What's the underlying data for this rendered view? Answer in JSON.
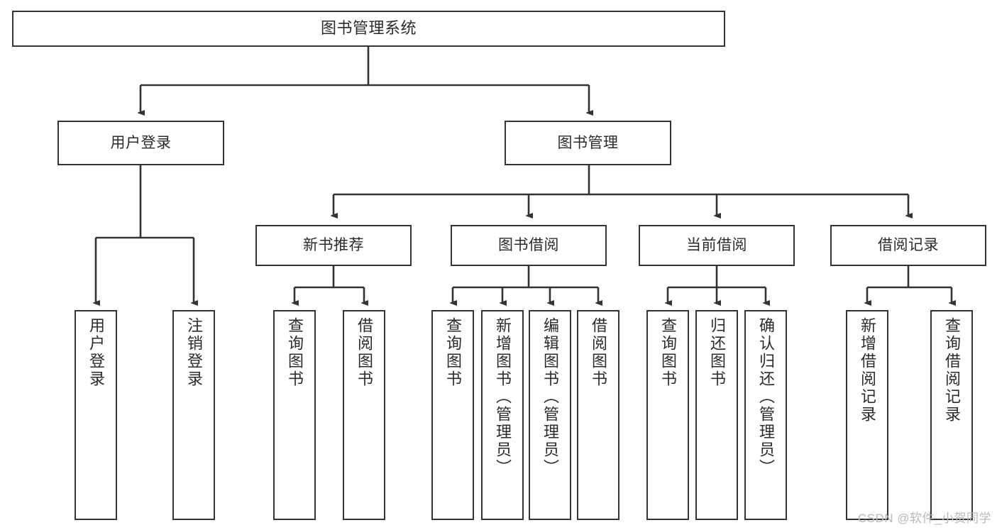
{
  "diagram": {
    "title": "图书管理系统",
    "type": "tree",
    "watermark": "CSDN @软件_小贺同学",
    "stroke_color": "#333333",
    "text_color": "#2b2b2b",
    "background": "#ffffff",
    "nodes": {
      "root": {
        "label": "图书管理系统"
      },
      "level2": [
        {
          "id": "user-login",
          "label": "用户登录"
        },
        {
          "id": "book-manage",
          "label": "图书管理"
        }
      ],
      "level3": [
        {
          "id": "new-book-recommend",
          "label": "新书推荐"
        },
        {
          "id": "book-borrow",
          "label": "图书借阅"
        },
        {
          "id": "current-borrow",
          "label": "当前借阅"
        },
        {
          "id": "borrow-record",
          "label": "借阅记录"
        }
      ],
      "leaves": {
        "user-login": [
          {
            "id": "leaf-user-login",
            "label": "用户登录"
          },
          {
            "id": "leaf-logout-login",
            "label": "注销登录"
          }
        ],
        "new-book-recommend": [
          {
            "id": "leaf-query-book-1",
            "label": "查询图书"
          },
          {
            "id": "leaf-borrow-book-1",
            "label": "借阅图书"
          }
        ],
        "book-borrow": [
          {
            "id": "leaf-query-book-2",
            "label": "查询图书"
          },
          {
            "id": "leaf-add-book",
            "label": "新增图书（管理员）"
          },
          {
            "id": "leaf-edit-book",
            "label": "编辑图书（管理员）"
          },
          {
            "id": "leaf-borrow-book-2",
            "label": "借阅图书"
          }
        ],
        "current-borrow": [
          {
            "id": "leaf-query-book-3",
            "label": "查询图书"
          },
          {
            "id": "leaf-return-book",
            "label": "归还图书"
          },
          {
            "id": "leaf-confirm-return",
            "label": "确认归还（管理员）"
          }
        ],
        "borrow-record": [
          {
            "id": "leaf-add-record",
            "label": "新增借阅记录"
          },
          {
            "id": "leaf-query-record",
            "label": "查询借阅记录"
          }
        ]
      }
    }
  }
}
